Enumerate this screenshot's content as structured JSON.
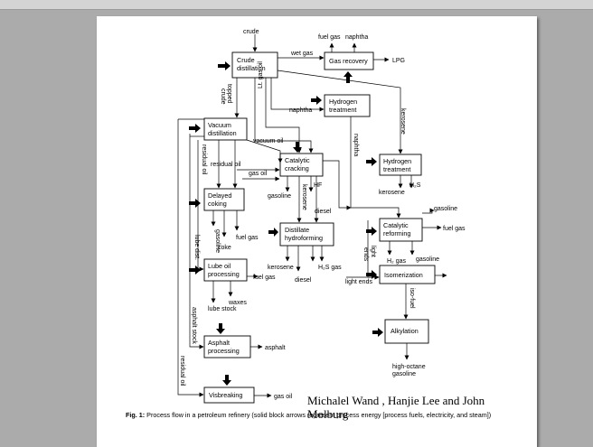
{
  "boxes": {
    "crude_distillation": [
      "Crude",
      "distillation"
    ],
    "gas_recovery": [
      "Gas recovery"
    ],
    "hydrogen_treatment_1": [
      "Hydrogen",
      "treatment"
    ],
    "vacuum_distillation": [
      "Vacuum",
      "distillation"
    ],
    "catalytic_cracking": [
      "Catalytic",
      "cracking"
    ],
    "hydrogen_treatment_2": [
      "Hydrogen",
      "treatment"
    ],
    "delayed_coking": [
      "Delayed",
      "coking"
    ],
    "distillate_hydroforming": [
      "Distillate",
      "hydroforming"
    ],
    "catalytic_reforming": [
      "Catalytic",
      "reforming"
    ],
    "lube_oil_processing": [
      "Lube oil",
      "processing"
    ],
    "isomerization": [
      "Isomerization"
    ],
    "alkylation": [
      "Alkylation"
    ],
    "asphalt_processing": [
      "Asphalt",
      "processing"
    ],
    "visbreaking": [
      "Visbreaking"
    ]
  },
  "labels": {
    "crude": "crude",
    "fuel_gas_top": "fuel gas",
    "naphtha_top": "naphtha",
    "wet_gas": "wet gas",
    "lpg": "LPG",
    "topped_crude": [
      "topped",
      "crude"
    ],
    "lt_gas_oil": "Lt. gas oil",
    "naphtha_mid": "naphtha",
    "kerosene_vert": "kerosene",
    "naphtha_vert": "naphtha",
    "vacuum_oil": "vacuum oil",
    "residual_oil_vert": "residual oil",
    "residual_oil_h": "residual oil",
    "gas_oil": "gas oil",
    "kerosene_ht": "kerosene",
    "h2s_ht": "H₂S",
    "gasoline_cc": "gasoline",
    "kerosene_cc": "kerosene",
    "hf": "HF",
    "diesel_cc": "diesel",
    "gasoline_top_right": "gasoline",
    "fuel_gas_cr": "fuel gas",
    "gasoline_dc": "gasoline",
    "fuel_gas_dc": "fuel gas",
    "coke": "coke",
    "lube_dist": "lube dist.",
    "light_ends_vert": [
      "light",
      "ends"
    ],
    "h2_gas": "H₂ gas",
    "gasoline_cr": "gasoline",
    "kerosene_dh": "kerosene",
    "h2s_gas": "H₂S gas",
    "diesel_dh": "diesel",
    "fuel_gas_lube": "fuel gas",
    "light_ends_h": "light ends",
    "iso_fuel": "iso-fuel",
    "lube_stock": "lube stock",
    "waxes": "waxes",
    "asphalt_stock": "asphalt stock",
    "asphalt": "asphalt",
    "residual_oil_vis": "residual oil",
    "high_octane": [
      "high-octane",
      "gasoline"
    ],
    "gas_oil_vis": "gas oil"
  },
  "author": "Michalel Wand , Hanjie Lee and John Molburg",
  "caption": {
    "label": "Fig. 1:",
    "text": " Process flow in a petroleum refinery (solid block arrows represent process energy [process fuels, electricity, and steam])"
  }
}
